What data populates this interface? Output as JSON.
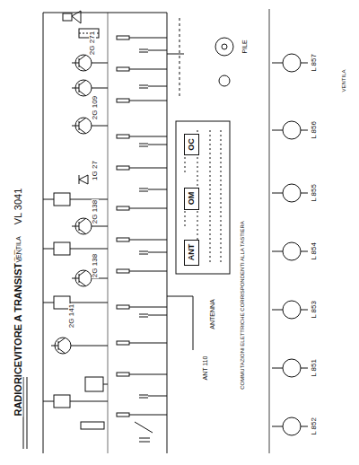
{
  "diagram": {
    "title": "RADIORICEVITORE A TRANSISTOR",
    "nodes": [
      {
        "text": [
          "OC"
        ]
      },
      {
        "text": [
          "OM"
        ]
      },
      {
        "text": [
          "ANT"
        ]
      }
    ],
    "labels": [
      "VL 3041",
      "VENTILA",
      "2G 271",
      "2G 109",
      "1G 27",
      "2G 138",
      "2G 138",
      "2G 141",
      "ANT 110",
      "ANTENNA",
      "COMMUTAZIONI ELETTRICHE CORRISPONDENTI ALLA TASTIERA",
      "PILE",
      "L 857",
      "L 856",
      "L 855",
      "L 854",
      "L 853",
      "L 851",
      "L 852",
      "VENTILA"
    ]
  }
}
